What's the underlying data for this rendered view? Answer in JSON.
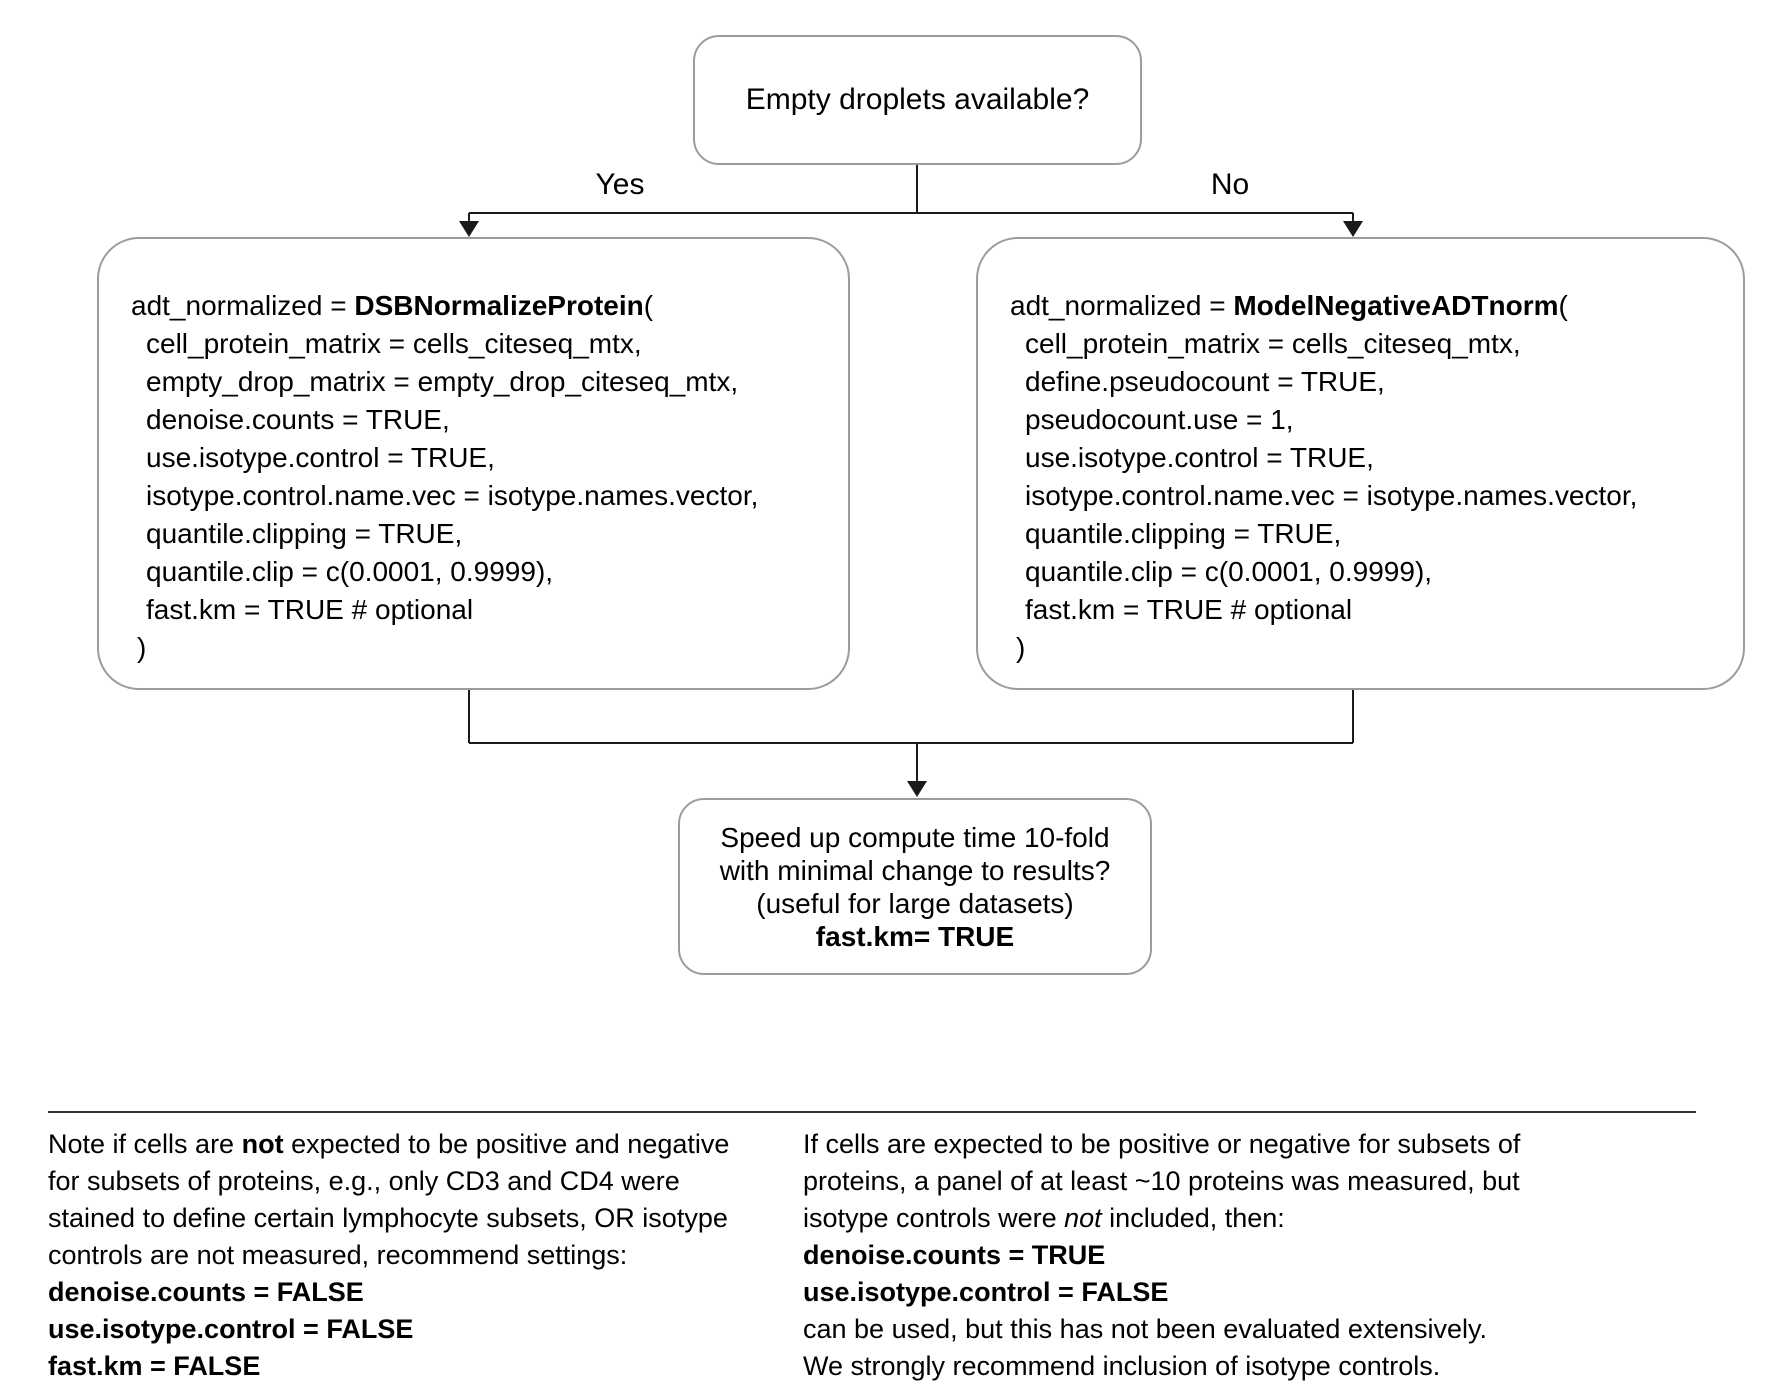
{
  "diagram": {
    "decision_question": "Empty droplets available?",
    "yes_label": "Yes",
    "no_label": "No",
    "left_box": {
      "assign": "adt_normalized = ",
      "function_name": "DSBNormalizeProtein",
      "open_paren": "(",
      "params": [
        "cell_protein_matrix = cells_citeseq_mtx,",
        "empty_drop_matrix = empty_drop_citeseq_mtx,",
        "denoise.counts = TRUE,",
        "use.isotype.control = TRUE,",
        "isotype.control.name.vec = isotype.names.vector,",
        "quantile.clipping = TRUE,",
        "quantile.clip = c(0.0001, 0.9999),",
        "fast.km = TRUE # optional"
      ],
      "close_paren": ")"
    },
    "right_box": {
      "assign": "adt_normalized = ",
      "function_name": "ModelNegativeADTnorm",
      "open_paren": "(",
      "params": [
        "cell_protein_matrix = cells_citeseq_mtx,",
        "define.pseudocount = TRUE,",
        "pseudocount.use = 1,",
        "use.isotype.control = TRUE,",
        "isotype.control.name.vec = isotype.names.vector,",
        "quantile.clipping = TRUE,",
        "quantile.clip = c(0.0001, 0.9999),",
        "fast.km = TRUE # optional"
      ],
      "close_paren": ")"
    },
    "speed_box": {
      "line1": "Speed up compute time 10-fold",
      "line2": "with minimal change to results?",
      "line3": "(useful for large datasets)",
      "line4": "fast.km= TRUE"
    }
  },
  "notes": {
    "left": {
      "line1_pre": "Note if cells are ",
      "line1_bold": "not",
      "line1_post": " expected to be positive and negative",
      "plain_lines": [
        "for subsets of proteins, e.g., only CD3 and CD4 were",
        "stained to define certain lymphocyte subsets, OR isotype",
        "controls are not measured, recommend settings:"
      ],
      "settings": [
        "denoise.counts = FALSE",
        "use.isotype.control = FALSE",
        "fast.km = FALSE"
      ]
    },
    "right": {
      "plain_lines": [
        "If cells are expected to be positive or negative for subsets of",
        "proteins, a panel of at least ~10 proteins was measured, but"
      ],
      "line3_pre": "isotype controls were ",
      "line3_italic": "not",
      "line3_post": " included, then:",
      "settings": [
        "denoise.counts = TRUE",
        "use.isotype.control = FALSE"
      ],
      "outro_lines": [
        "can be used, but this has not been evaluated extensively.",
        "We strongly recommend inclusion of isotype controls."
      ]
    }
  },
  "colors": {
    "box_border": "#9c9c9c",
    "line": "#1a1a1a",
    "text": "#000000",
    "background": "#ffffff"
  }
}
